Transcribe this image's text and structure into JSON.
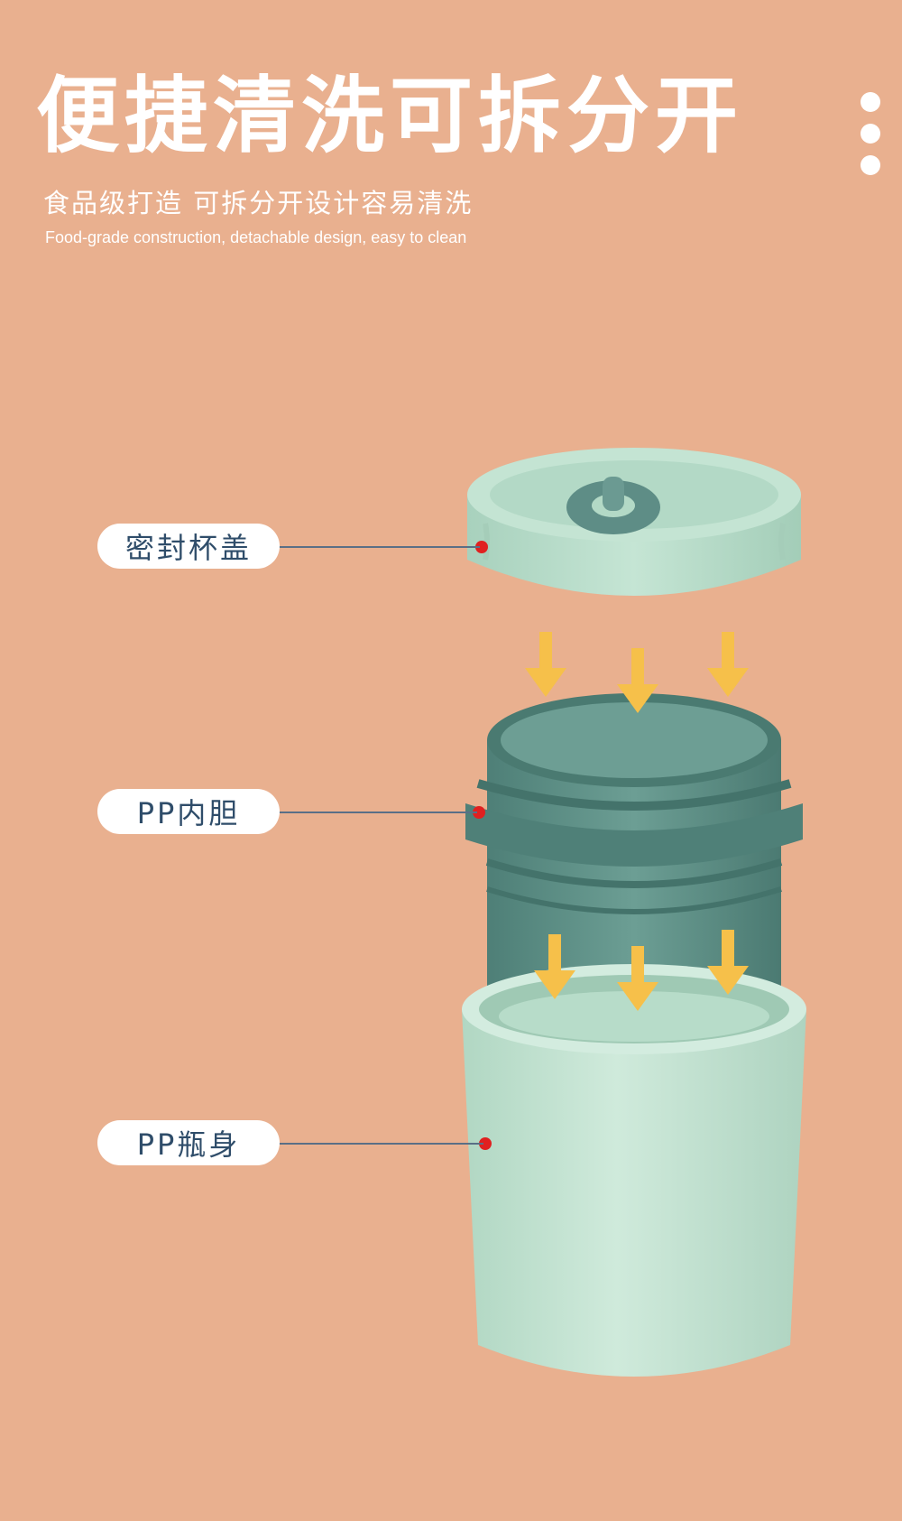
{
  "header": {
    "title": "便捷清洗可拆分开",
    "subtitle_cn": "食品级打造  可拆分开设计容易清洗",
    "subtitle_en": "Food-grade construction, detachable design, easy to clean"
  },
  "labels": {
    "lid": "密封杯盖",
    "liner": "PP内胆",
    "body": "PP瓶身"
  },
  "colors": {
    "background": "#e9b08f",
    "lid": "#b9dccb",
    "liner": "#5f8f86",
    "body": "#c3e3d3",
    "arrow": "#f6c04a",
    "marker": "#e02020",
    "label_text": "#2f4d6a"
  },
  "icons": {
    "menu": "vertical-dots-icon",
    "arrow": "down-arrow-icon"
  }
}
